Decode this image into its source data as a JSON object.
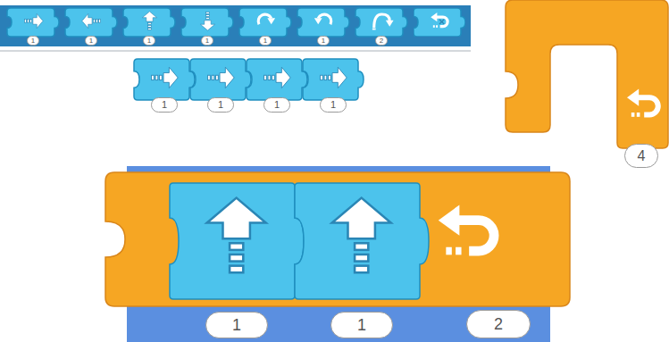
{
  "diagram": {
    "nodes": [
      {
        "text": [
          "1"
        ]
      },
      {
        "text": [
          "1"
        ]
      },
      {
        "text": [
          "1"
        ]
      },
      {
        "text": [
          "1"
        ]
      },
      {
        "text": [
          "1"
        ]
      },
      {
        "text": [
          "1"
        ]
      },
      {
        "text": [
          "2"
        ]
      },
      {
        "text": [
          "1"
        ]
      },
      {
        "text": [
          "1"
        ]
      },
      {
        "text": [
          "1"
        ]
      },
      {
        "text": [
          "1"
        ]
      },
      {
        "text": [
          "4"
        ]
      },
      {
        "text": [
          "2"
        ]
      },
      {
        "text": [
          "1"
        ],
        "in": 12
      },
      {
        "text": [
          "1"
        ],
        "in": 12
      }
    ]
  }
}
